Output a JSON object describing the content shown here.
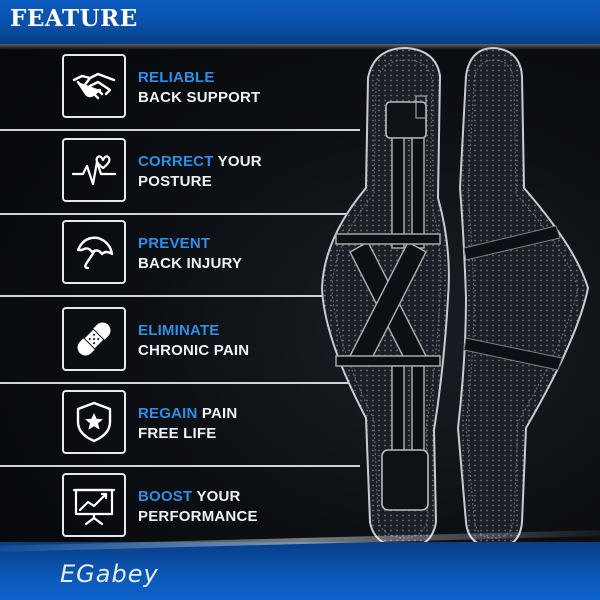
{
  "header": {
    "title": "FEATURE"
  },
  "features": [
    {
      "accent": "RELIABLE",
      "rest": "",
      "line2": "BACK SUPPORT",
      "icon": "handshake-icon"
    },
    {
      "accent": "CORRECT",
      "rest": " YOUR",
      "line2": "POSTURE",
      "icon": "heartbeat-icon"
    },
    {
      "accent": "PREVENT",
      "rest": "",
      "line2": "BACK INJURY",
      "icon": "umbrella-icon"
    },
    {
      "accent": "ELIMINATE",
      "rest": "",
      "line2": "CHRONIC PAIN",
      "icon": "bandage-icon"
    },
    {
      "accent": "REGAIN",
      "rest": " PAIN",
      "line2": "FREE LIFE",
      "icon": "shield-star-icon"
    },
    {
      "accent": "BOOST",
      "rest": " YOUR",
      "line2": "PERFORMANCE",
      "icon": "presentation-chart-icon"
    }
  ],
  "brand": {
    "name": "EGabey"
  },
  "colors": {
    "accent": "#2d8fe6",
    "band": "#0a4fa7",
    "background": "#0c0f13"
  }
}
